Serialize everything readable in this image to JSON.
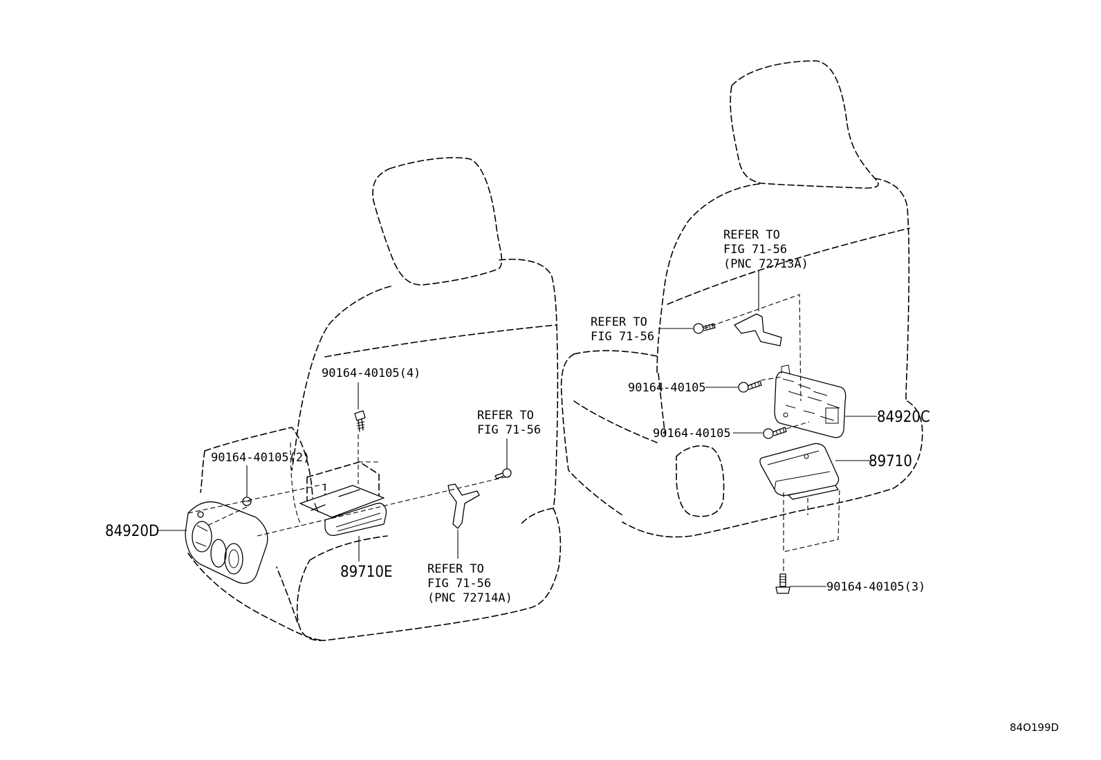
{
  "figure_code": "84O199D",
  "left_seat": {
    "bolt_top_label": "90164-40105(4)",
    "bolt_left_label": "90164-40105(2)",
    "switch_label": "84920D",
    "module_label": "89710E",
    "refer_upper": [
      "REFER TO",
      "FIG 71-56"
    ],
    "refer_lower": [
      "REFER TO",
      "FIG 71-56",
      "(PNC 72714A)"
    ]
  },
  "right_seat": {
    "refer_top": [
      "REFER TO",
      "FIG 71-56",
      "(PNC 72713A)"
    ],
    "refer_left": [
      "REFER TO",
      "FIG 71-56"
    ],
    "bolt_a_label": "90164-40105",
    "bolt_b_label": "90164-40105",
    "bracket_label": "84920C",
    "module_label": "89710",
    "bolt_bottom_label": "90164-40105(3)"
  }
}
